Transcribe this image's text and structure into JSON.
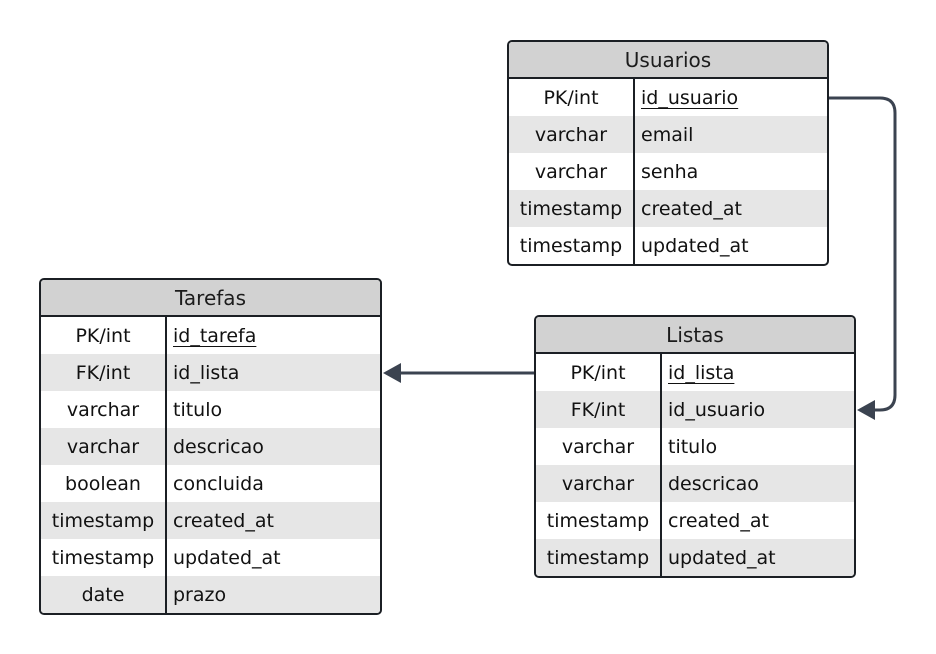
{
  "colors": {
    "border": "#1b1f24",
    "header_fill": "#d2d2d2",
    "alt_row_fill": "#e6e6e6",
    "connector": "#3b4350"
  },
  "entities": {
    "usuarios": {
      "title": "Usuarios",
      "rows": [
        {
          "type": "PK/int",
          "name": "id_usuario",
          "key": true
        },
        {
          "type": "varchar",
          "name": "email"
        },
        {
          "type": "varchar",
          "name": "senha"
        },
        {
          "type": "timestamp",
          "name": "created_at"
        },
        {
          "type": "timestamp",
          "name": "updated_at"
        }
      ]
    },
    "tarefas": {
      "title": "Tarefas",
      "rows": [
        {
          "type": "PK/int",
          "name": "id_tarefa",
          "key": true
        },
        {
          "type": "FK/int",
          "name": "id_lista"
        },
        {
          "type": "varchar",
          "name": "titulo"
        },
        {
          "type": "varchar",
          "name": "descricao"
        },
        {
          "type": "boolean",
          "name": "concluida"
        },
        {
          "type": "timestamp",
          "name": "created_at"
        },
        {
          "type": "timestamp",
          "name": "updated_at"
        },
        {
          "type": "date",
          "name": "prazo"
        }
      ]
    },
    "listas": {
      "title": "Listas",
      "rows": [
        {
          "type": "PK/int",
          "name": "id_lista",
          "key": true
        },
        {
          "type": "FK/int",
          "name": "id_usuario"
        },
        {
          "type": "varchar",
          "name": "titulo"
        },
        {
          "type": "varchar",
          "name": "descricao"
        },
        {
          "type": "timestamp",
          "name": "created_at"
        },
        {
          "type": "timestamp",
          "name": "updated_at"
        }
      ]
    }
  }
}
